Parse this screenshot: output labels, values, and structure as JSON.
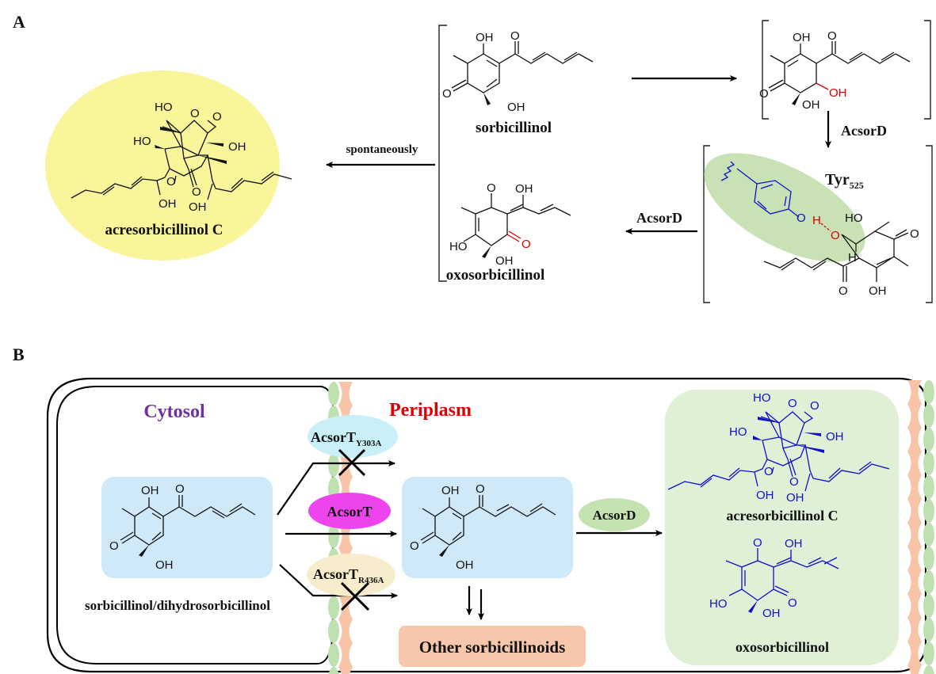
{
  "panels": {
    "A": {
      "label": "A",
      "compounds": {
        "sorbicillinol": "sorbicillinol",
        "acresorbicillinol_c": "acresorbicillinol C",
        "oxosorbicillinol": "oxosorbicillinol"
      },
      "arrows": {
        "spontaneously": "spontaneously",
        "acsord_down": "AcsorD",
        "acsord_left": "AcsorD"
      },
      "residue": {
        "name": "Tyr",
        "number": "525"
      },
      "atoms": {
        "OH": "OH",
        "HO": "HO",
        "O": "O",
        "H": "H"
      }
    },
    "B": {
      "label": "B",
      "compartments": {
        "cytosol": "Cytosol",
        "periplasm": "Periplasm"
      },
      "transporters": {
        "mutant_y303a": {
          "name": "AcsorT",
          "sub": "Y303A"
        },
        "wild_type": {
          "name": "AcsorT"
        },
        "mutant_r436a": {
          "name": "AcsorT",
          "sub": "R436A"
        }
      },
      "enzyme": "AcsorD",
      "substrate_label": "sorbicillinol/dihydrosorbicillinol",
      "products": {
        "acresorbicillinol_c": "acresorbicillinol C",
        "oxosorbicillinol": "oxosorbicillinol"
      },
      "other": "Other sorbicillinoids"
    }
  },
  "colors": {
    "cytosol_text": "#7030a0",
    "periplasm_text": "#e00000",
    "yellow_oval": "#f8f59a",
    "green_box": "#dff0d6",
    "blue_box": "#cfe9f9",
    "orange_box": "#f6c7ab",
    "magenta": "#ee44ee",
    "cyan_oval": "#c9f0f6",
    "tan_oval": "#f7eccb",
    "enzyme_green": "#c5e3b0",
    "product_blue": "#1010c8",
    "highlight_red": "#d40000"
  }
}
